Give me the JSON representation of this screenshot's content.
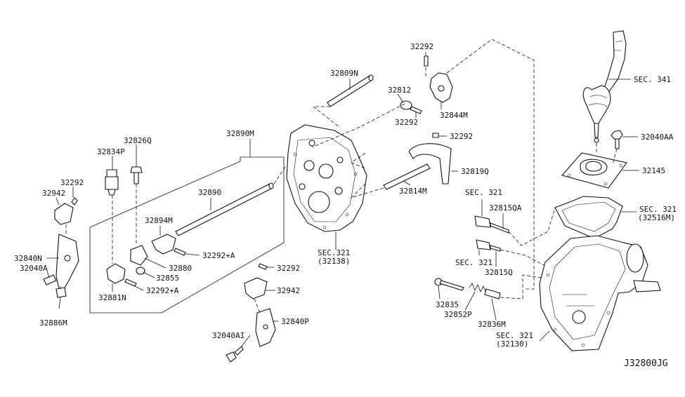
{
  "diagram_code": "J32800JG",
  "labels": {
    "p32292_top": "32292",
    "p32809N": "32809N",
    "p32812": "32812",
    "p32292_b": "32292",
    "p32844M": "32844M",
    "sec341": "SEC. 341",
    "p32040AA": "32040AA",
    "p32145": "32145",
    "sec321_a": "SEC. 321",
    "sec321_a_sub": "(32516M)",
    "p32292_c": "32292",
    "p32819Q": "32819Q",
    "p32814M": "32814M",
    "sec321_b": "SEC. 321",
    "p32815QA": "32815QA",
    "sec321_c": "SEC. 321",
    "p32815Q": "32815Q",
    "p32835": "32835",
    "p32852P": "32852P",
    "p32836M": "32836M",
    "sec321_d": "SEC. 321",
    "sec321_d_sub": "(32130)",
    "sec321_e": "SEC.321",
    "sec321_e_sub": "(32138)",
    "p32890M": "32890M",
    "p32826Q": "32826Q",
    "p32834P": "32834P",
    "p32292_d": "32292",
    "p32942_a": "32942",
    "p32890": "32890",
    "p32894M": "32894M",
    "p32292A_a": "32292+A",
    "p32880": "32880",
    "p32855": "32855",
    "p32881N": "32881N",
    "p32292A_b": "32292+A",
    "p32840N": "32840N",
    "p32040A": "32040A",
    "p32886M": "32886M",
    "p32292_e": "32292",
    "p32942_b": "32942",
    "p32840P": "32840P",
    "p32040AI": "32040AI"
  }
}
